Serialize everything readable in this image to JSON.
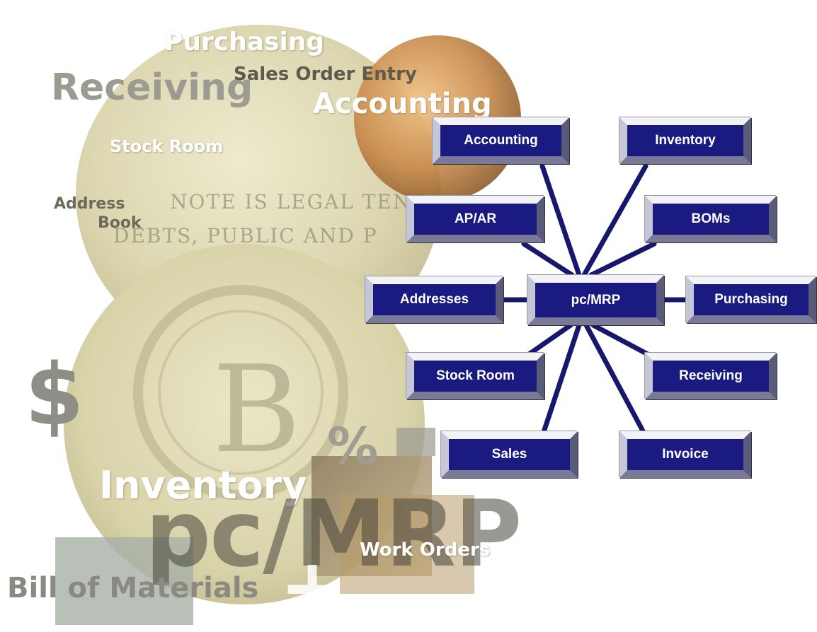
{
  "colors": {
    "node_fill": "#1a1a80",
    "connector": "#17176e",
    "coin_light": "#e6e1c2",
    "copper": "#c98a4a"
  },
  "background": {
    "words": {
      "purchasing": "Purchasing",
      "receiving": "Receiving",
      "sales_order_entry": "Sales Order Entry",
      "accounting": "Accounting",
      "stock_room": "Stock Room",
      "address_book_line1": "Address",
      "address_book_line2": "Book",
      "legal_tender_line1": "NOTE IS LEGAL TEND",
      "legal_tender_line2": "DEBTS, PUBLIC AND P",
      "bank_letter": "B",
      "dollar": "$",
      "percent": "%",
      "inventory": "Inventory",
      "pc_mrp": "pc/MRP",
      "work_orders": "Work Orders",
      "bill_of_materials": "Bill of Materials",
      "plus": "+"
    }
  },
  "diagram": {
    "center": "pc/MRP",
    "nodes": {
      "accounting": "Accounting",
      "inventory": "Inventory",
      "ap_ar": "AP/AR",
      "boms": "BOMs",
      "addresses": "Addresses",
      "purchasing": "Purchasing",
      "stock_room": "Stock Room",
      "receiving": "Receiving",
      "sales": "Sales",
      "invoice": "Invoice"
    }
  }
}
